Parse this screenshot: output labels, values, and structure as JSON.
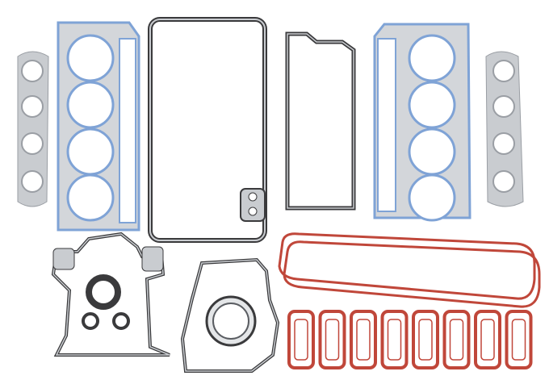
{
  "colors": {
    "background": "#ffffff",
    "steel": "#c9ccd0",
    "steel_dark": "#9a9ea4",
    "blue_bead": "#7fa3d6",
    "rubber_dark": "#3a3a3c",
    "red_silicone": "#c0473a"
  },
  "components": {
    "exhaust_gaskets": 2,
    "head_gaskets": 2,
    "intake_gaskets": 8,
    "valley_cover_gaskets": 2
  }
}
